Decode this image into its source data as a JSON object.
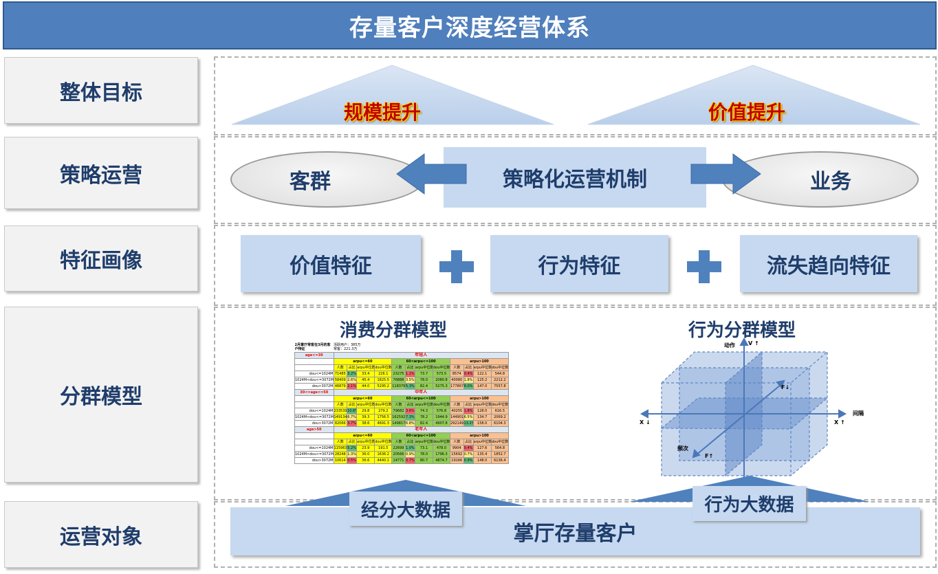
{
  "title": "存量客户深度经营体系",
  "rows": [
    "整体目标",
    "策略运营",
    "特征画像",
    "分群模型",
    "运营对象"
  ],
  "goals": [
    "规模提升",
    "价值提升"
  ],
  "strategy": {
    "left": "客群",
    "center": "策略化运营机制",
    "right": "业务"
  },
  "features": [
    "价值特征",
    "行为特征",
    "流失趋向特征"
  ],
  "models": {
    "consumption_title": "消费分群模型",
    "behavior_title": "行为分群模型"
  },
  "table": {
    "caption_left": "2月掌厅常客在3月的客户特征",
    "caption_right": [
      "活跃用户：385万",
      "常客：221.3万"
    ],
    "arpu_groups": [
      "arpu<=60",
      "60<arpu<=100",
      "arpu>100"
    ],
    "sub_headers": [
      "人数",
      "占比",
      "arpu中位数",
      "dou中位数"
    ],
    "row_labels": [
      "dou<=1024M",
      "1024M<dou<=3072M",
      "dou>3072M"
    ],
    "groups": [
      {
        "age": "age<=30",
        "name": "年轻人",
        "rows": [
          [
            [
              "71485",
              "3.2%",
              "g",
              "33.4",
              "226.1"
            ],
            [
              "23275",
              "1.1%",
              "r",
              "73.7",
              "573.5"
            ],
            [
              "8574",
              "0.4%",
              "r",
              "122.1",
              "544.8"
            ]
          ],
          [
            [
              "58409",
              "2.6%",
              "y",
              "45.4",
              "1825.5"
            ],
            [
              "76888",
              "3.5%",
              "y",
              "78.0",
              "2080.8"
            ],
            [
              "40080",
              "1.8%",
              "y",
              "125.2",
              "2212.2"
            ]
          ],
          [
            [
              "46879",
              "2.1%",
              "r",
              "44.0",
              "5295.2"
            ],
            [
              "118379",
              "5.3%",
              "g",
              "82.4",
              "5275.3"
            ],
            [
              "177867",
              "8.0%",
              "g",
              "147.0",
              "7557.8"
            ]
          ]
        ]
      },
      {
        "age": "30<=age<=50",
        "name": "中年人",
        "rows": [
          [
            [
              "233539",
              "10.6%",
              "g",
              "29.8",
              "279.2"
            ],
            [
              "79682",
              "3.6%",
              "r",
              "74.3",
              "576.8"
            ],
            [
              "40255",
              "1.8%",
              "r",
              "128.0",
              "616.5"
            ]
          ],
          [
            [
              "149134",
              "6.7%",
              "y",
              "39.3",
              "1756.5"
            ],
            [
              "162592",
              "7.3%",
              "g",
              "78.2",
              "1944.9"
            ],
            [
              "144901",
              "6.5%",
              "y",
              "134.7",
              "2069.2"
            ]
          ],
          [
            [
              "82066",
              "3.7%",
              "r",
              "38.6",
              "4691.3"
            ],
            [
              "149817",
              "6.8%",
              "y",
              "82.4",
              "4907.8"
            ],
            [
              "292149",
              "13.2%",
              "g",
              "158.0",
              "6104.3"
            ]
          ]
        ]
      },
      {
        "age": "age>50",
        "name": "老年人",
        "rows": [
          [
            [
              "115963",
              "5.2%",
              "g",
              "23.9",
              "191.5"
            ],
            [
              "22699",
              "1.0%",
              "g",
              "73.1",
              "478.0"
            ],
            [
              "9904",
              "0.4%",
              "r",
              "127.6",
              "564.8"
            ]
          ],
          [
            [
              "28248",
              "1.3%",
              "y",
              "36.0",
              "1636.2"
            ],
            [
              "20566",
              "0.9%",
              "y",
              "78.0",
              "1796.3"
            ],
            [
              "15692",
              "0.7%",
              "y",
              "135.4",
              "1852.7"
            ]
          ],
          [
            [
              "10614",
              "0.5%",
              "r",
              "36.6",
              "4440.1"
            ],
            [
              "14771",
              "0.7%",
              "r",
              "80.7",
              "4874.7"
            ],
            [
              "19166",
              "0.9%",
              "g",
              "148.0",
              "6136.4"
            ]
          ]
        ]
      }
    ]
  },
  "cube": {
    "v_axis": "V ↑",
    "action": "动作",
    "x_left": "X ↓",
    "x_right": "X ↑",
    "interval": "间隔",
    "f_down": "F↓",
    "f_up": "F↑",
    "frequency": "频次"
  },
  "data_sources": [
    "经分大数据",
    "行为大数据"
  ],
  "target": "掌厅存量客户"
}
